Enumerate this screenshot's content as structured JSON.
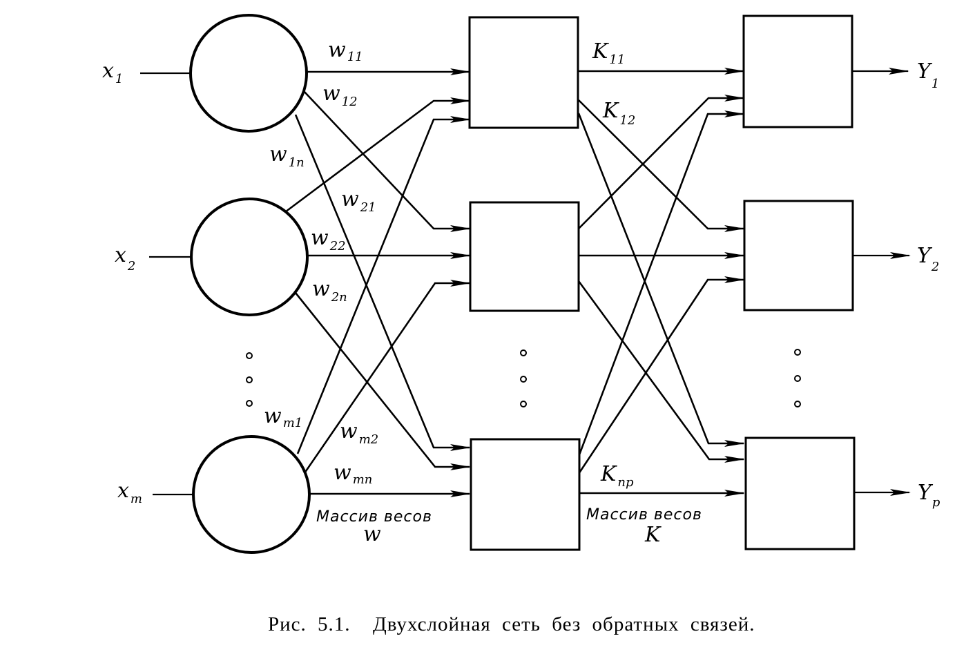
{
  "figure": {
    "caption": "Рис. 5.1.  Двухслойная сеть без обратных связей."
  },
  "inputs": [
    {
      "symbol": "x",
      "index": "1"
    },
    {
      "symbol": "x",
      "index": "2"
    },
    {
      "symbol": "x",
      "index": "m"
    }
  ],
  "outputs": [
    {
      "symbol": "Y",
      "index": "1"
    },
    {
      "symbol": "Y",
      "index": "2"
    },
    {
      "symbol": "Y",
      "index": "p"
    }
  ],
  "weights_w": [
    {
      "symbol": "w",
      "index": "11"
    },
    {
      "symbol": "w",
      "index": "12"
    },
    {
      "symbol": "w",
      "index": "1n"
    },
    {
      "symbol": "w",
      "index": "21"
    },
    {
      "symbol": "w",
      "index": "22"
    },
    {
      "symbol": "w",
      "index": "2n"
    },
    {
      "symbol": "w",
      "index": "m1"
    },
    {
      "symbol": "w",
      "index": "m2"
    },
    {
      "symbol": "w",
      "index": "mn"
    }
  ],
  "weights_k": [
    {
      "symbol": "K",
      "index": "11"
    },
    {
      "symbol": "K",
      "index": "12"
    },
    {
      "symbol": "K",
      "index": "np"
    }
  ],
  "array_labels": {
    "w_line1": "Массив весов",
    "w_line2": "w",
    "k_line1": "Массив весов",
    "k_line2": "K"
  },
  "layers": {
    "input_nodes": 3,
    "hidden_nodes": 3,
    "output_nodes": 3,
    "ellipsis": "⋮"
  }
}
